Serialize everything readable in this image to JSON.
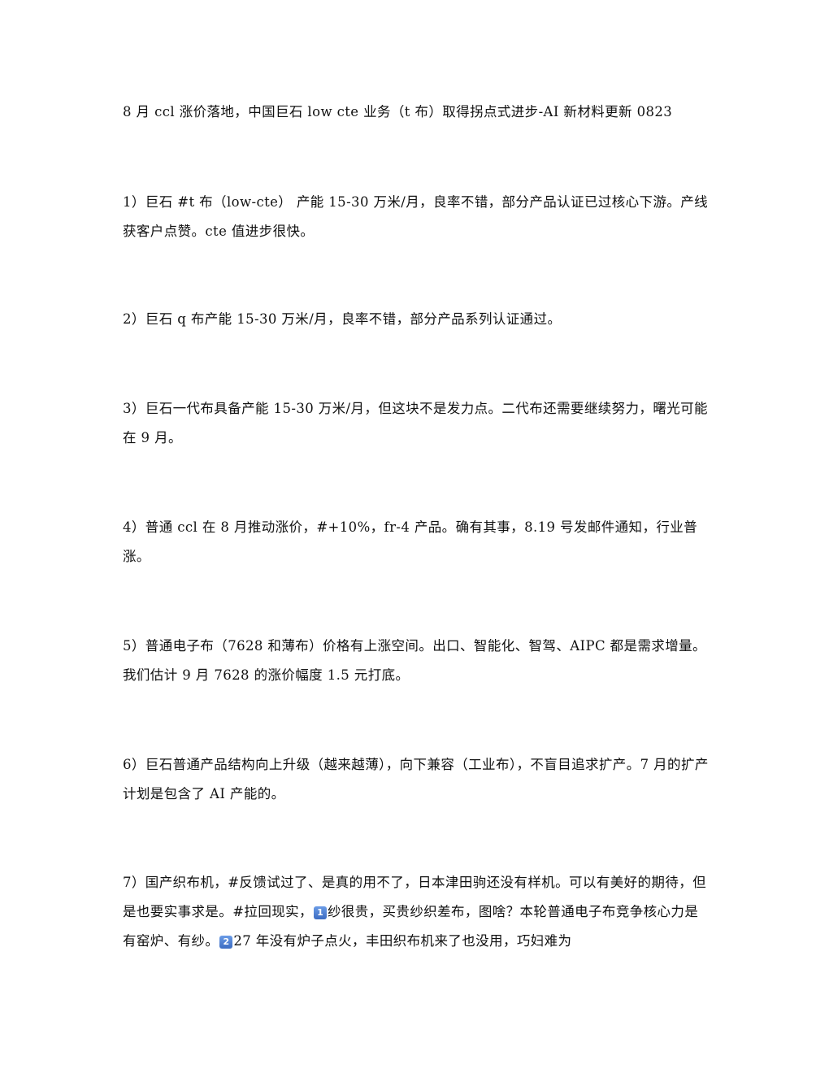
{
  "document": {
    "title": "8 月 ccl 涨价落地，中国巨石 low cte 业务（t 布）取得拐点式进步-AI 新材料更新 0823",
    "paragraphs": [
      {
        "text": "1）巨石 #t 布（low-cte） 产能 15-30 万米/月，良率不错，部分产品认证已过核心下游。产线获客户点赞。cte 值进步很快。"
      },
      {
        "text": "2）巨石 q 布产能 15-30 万米/月，良率不错，部分产品系列认证通过。"
      },
      {
        "text": "3）巨石一代布具备产能 15-30 万米/月，但这块不是发力点。二代布还需要继续努力，曙光可能在 9 月。"
      },
      {
        "text": "4）普通 ccl 在 8 月推动涨价，#+10%，fr-4 产品。确有其事，8.19 号发邮件通知，行业普涨。"
      },
      {
        "text": "5）普通电子布（7628 和薄布）价格有上涨空间。出口、智能化、智驾、AIPC 都是需求增量。我们估计 9 月 7628 的涨价幅度 1.5 元打底。"
      },
      {
        "text": "6）巨石普通产品结构向上升级（越来越薄），向下兼容（工业布），不盲目追求扩产。7 月的扩产计划是包含了 AI 产能的。"
      },
      {
        "part1": "7）国产织布机，#反馈试过了、是真的用不了，日本津田驹还没有样机。可以有美好的期待，但是也要实事求是。#拉回现实，",
        "badge1": "1",
        "part2": "纱很贵，买贵纱织差布，图啥？本轮普通电子布竞争核心力是有窑炉、有纱。",
        "badge2": "2",
        "part3": "27 年没有炉子点火，丰田织布机来了也没用，巧妇难为"
      }
    ]
  },
  "colors": {
    "text": "#111111",
    "background": "#ffffff",
    "emoji_badge": "#4a7fd0"
  },
  "icons": [
    "keycap-digit-one-icon",
    "keycap-digit-two-icon"
  ]
}
